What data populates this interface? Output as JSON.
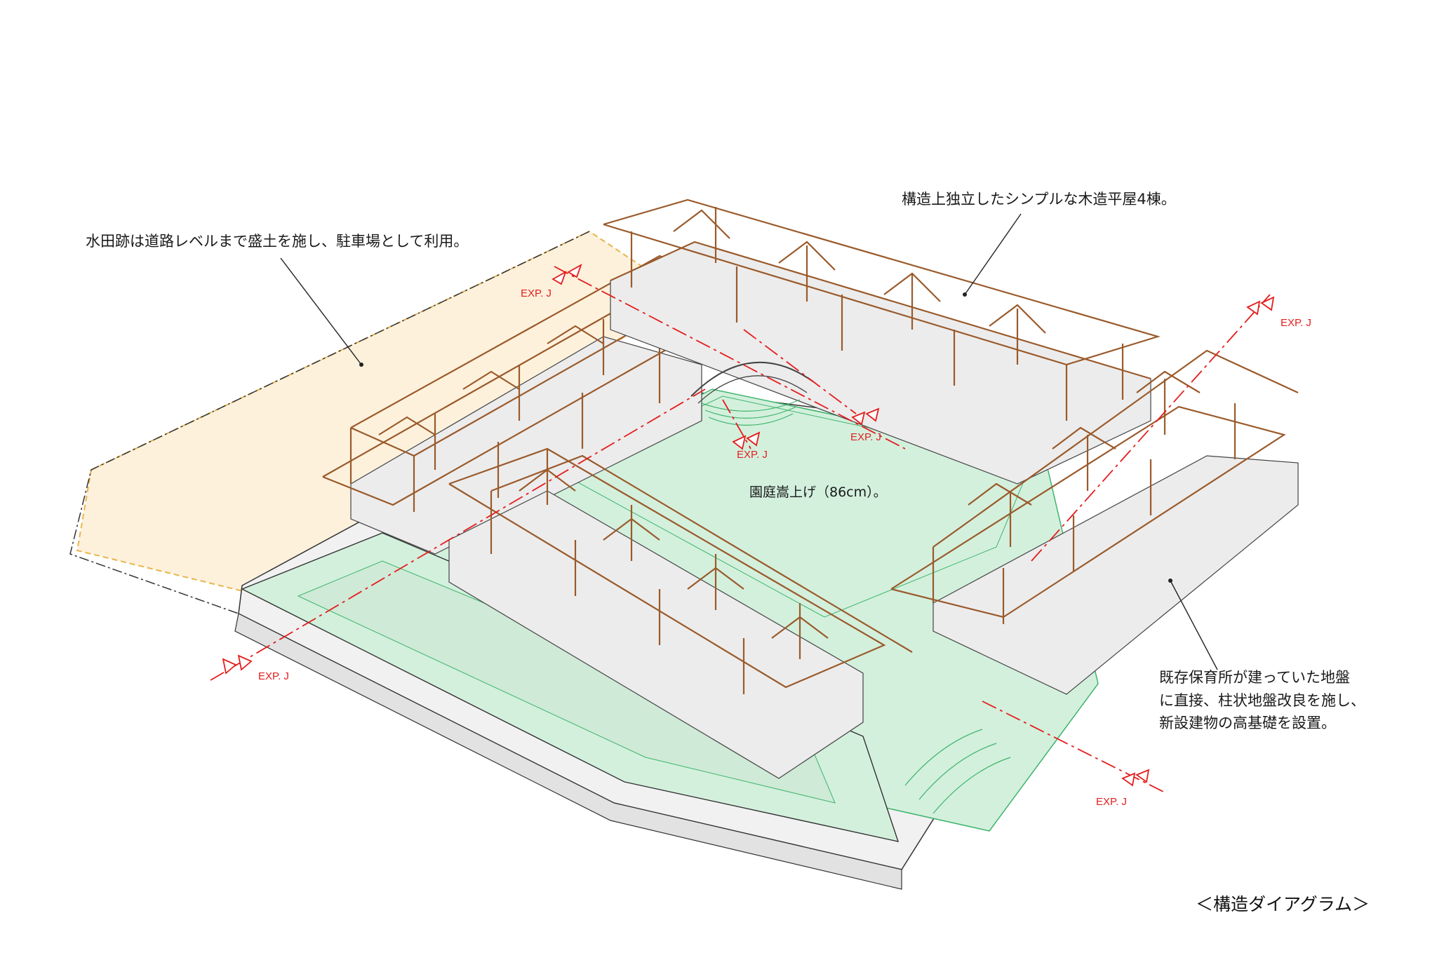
{
  "annotations": {
    "paddy": "水田跡は道路レベルまで盛土を施し、駐車場として利用。",
    "buildings": "構造上独立したシンプルな木造平屋4棟。",
    "garden": "園庭嵩上げ（86cm）。",
    "foundation_lines": [
      "既存保育所が建っていた地盤",
      "に直接、柱状地盤改良を施し、",
      "新設建物の高基礎を設置。"
    ]
  },
  "joint_label": "EXP. J",
  "caption": "＜構造ダイアグラム＞",
  "colors": {
    "timber": "#9a5a2b",
    "joint": "#e41d1d",
    "garden": "#d3f0dd",
    "paddy": "#fdf1dc",
    "slab": "#f1f1f1",
    "ink": "#222222"
  }
}
